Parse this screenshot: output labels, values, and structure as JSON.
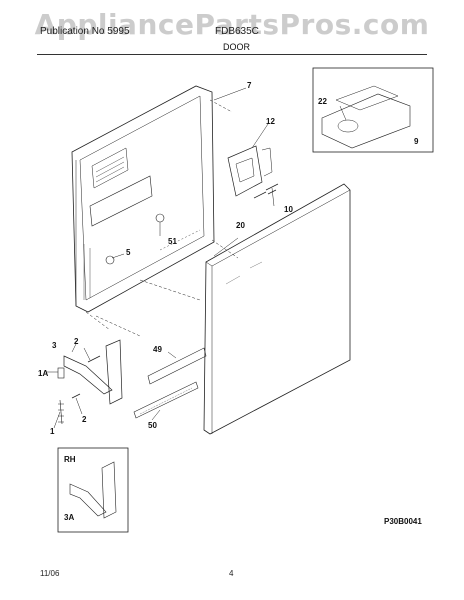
{
  "watermark": "AppliancePartsPros.com",
  "header": {
    "left": "Publication No 5995",
    "right": "FDB635C",
    "section": "DOOR"
  },
  "callouts": [
    "7",
    "12",
    "22",
    "9",
    "10",
    "20",
    "51",
    "5",
    "2",
    "3",
    "1A",
    "49",
    "2",
    "1",
    "50",
    "RH",
    "3A"
  ],
  "figure_code": "P30B0041",
  "footer": {
    "date": "11/06",
    "page": "4"
  }
}
